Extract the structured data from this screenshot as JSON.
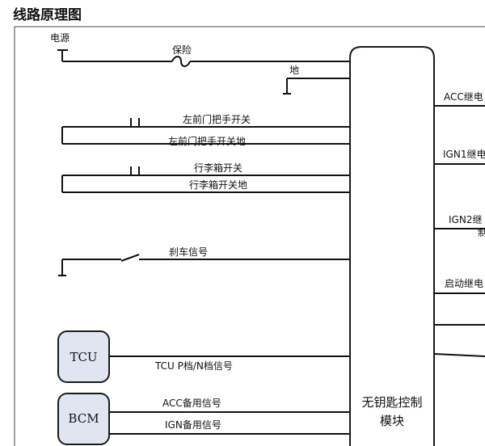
{
  "title": "线路原理图",
  "power": {
    "label": "电源",
    "fuse_label": "保险",
    "ground_label": "地"
  },
  "inputs": {
    "front_left_handle_switch": "左前门把手开关",
    "front_left_handle_switch_ground": "左前门把手开关地",
    "trunk_switch": "行李箱开关",
    "trunk_switch_ground": "行李箱开关地",
    "brake_signal": "刹车信号",
    "tcu_signal": "TCU P档/N档信号",
    "acc_backup_signal": "ACC备用信号",
    "ign_backup_signal": "IGN备用信号"
  },
  "devices": {
    "tcu": "TCU",
    "bcm": "BCM"
  },
  "module": {
    "line1": "无钥匙控制",
    "line2": "模块"
  },
  "outputs": {
    "acc_relay": "ACC继电",
    "ign1_relay": "IGN1继电",
    "ign2_relay": "IGN2继",
    "ign2_relay_cont": "制",
    "start_relay": "启动继电"
  }
}
